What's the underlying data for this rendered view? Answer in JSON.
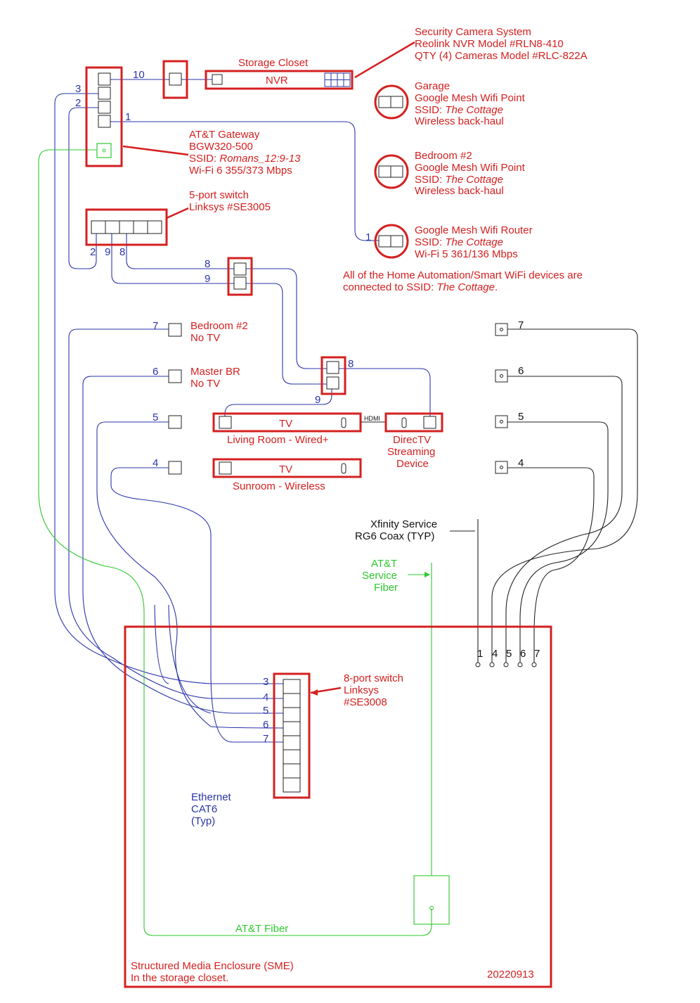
{
  "storage_closet": "Storage Closet",
  "nvr": "NVR",
  "security": {
    "line1": "Security Camera System",
    "line2": "Reolink NVR Model #RLN8-410",
    "line3": "QTY (4) Cameras Model #RLC-822A"
  },
  "garage": {
    "line1": "Garage",
    "line2": "Google Mesh Wifi Point",
    "ssid_label": "SSID: ",
    "ssid": "The Cottage",
    "line4": "Wireless back-haul"
  },
  "bedroom2_point": {
    "line1": "Bedroom #2",
    "line2": "Google Mesh Wifi Point",
    "ssid_label": "SSID: ",
    "ssid": "The Cottage",
    "line4": "Wireless back-haul"
  },
  "router": {
    "line1": "Google Mesh Wifi Router",
    "ssid_label": "SSID: ",
    "ssid": "The Cottage",
    "line3": "Wi-Fi 5 361/136 Mbps"
  },
  "home_automation": {
    "line1": "All of the Home Automation/Smart WiFi devices are",
    "line2_prefix": "connected to SSID: ",
    "ssid": "The Cottage",
    "line2_suffix": "."
  },
  "gateway": {
    "line1": "AT&T Gateway",
    "line2": "BGW320-500",
    "ssid_label": "SSID: ",
    "ssid": "Romans_12:9-13",
    "line4": "Wi-Fi 6 355/373 Mbps"
  },
  "switch5": {
    "line1": "5-port switch",
    "line2": "Linksys #SE3005"
  },
  "switch8": {
    "line1": "8-port switch",
    "line2": "Linksys",
    "line3": "#SE3008"
  },
  "rooms": {
    "bedroom2": "Bedroom #2",
    "bedroom2_note": "No TV",
    "master": "Master BR",
    "master_note": "No TV",
    "tv": "TV",
    "living": "Living Room - Wired+",
    "sunroom": "Sunroom - Wireless",
    "hdmi": "HDMI",
    "directv1": "DirecTV",
    "directv2": "Streaming",
    "directv3": "Device"
  },
  "xfinity": {
    "line1": "Xfinity Service",
    "line2": "RG6 Coax (TYP)"
  },
  "att_service": {
    "line1": "AT&T",
    "line2": "Service",
    "line3": "Fiber"
  },
  "att_fiber": "AT&T Fiber",
  "ethernet": {
    "line1": "Ethernet",
    "line2": "CAT6",
    "line3": "(Typ)"
  },
  "sme": {
    "line1": "Structured Media Enclosure (SME)",
    "line2": "In the storage closet.",
    "date": "20220913"
  },
  "numbers": {
    "n1": "1",
    "n2": "2",
    "n3": "3",
    "n4": "4",
    "n5": "5",
    "n6": "6",
    "n7": "7",
    "n8": "8",
    "n9": "9",
    "n10": "10"
  },
  "colors": {
    "boxes": "#d42020",
    "cat6": "#2a35a8",
    "fiber": "#2ec82e",
    "coax": "#222222"
  }
}
